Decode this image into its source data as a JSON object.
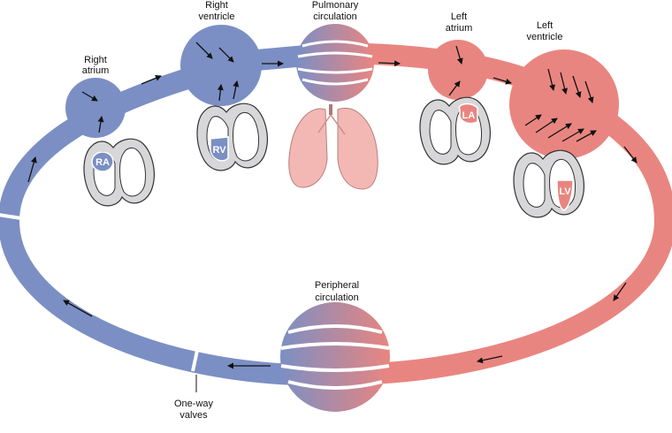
{
  "labels": {
    "right_atrium": [
      "Right",
      "atrium"
    ],
    "right_ventricle": [
      "Right",
      "ventricle"
    ],
    "pulmonary": [
      "Pulmonary",
      "circulation"
    ],
    "left_atrium": [
      "Left",
      "atrium"
    ],
    "left_ventricle": [
      "Left",
      "ventricle"
    ],
    "peripheral": [
      "Peripheral",
      "circulation"
    ],
    "valves": [
      "One-way",
      "valves"
    ]
  },
  "hearts": {
    "ra": "RA",
    "rv": "RV",
    "la": "LA",
    "lv": "LV"
  },
  "colors": {
    "venous": "#7b8fc4",
    "arterial": "#e98580",
    "lung": "#f3b8b4",
    "heart_grey": "#d7d7d9",
    "arrow": "#111111"
  }
}
